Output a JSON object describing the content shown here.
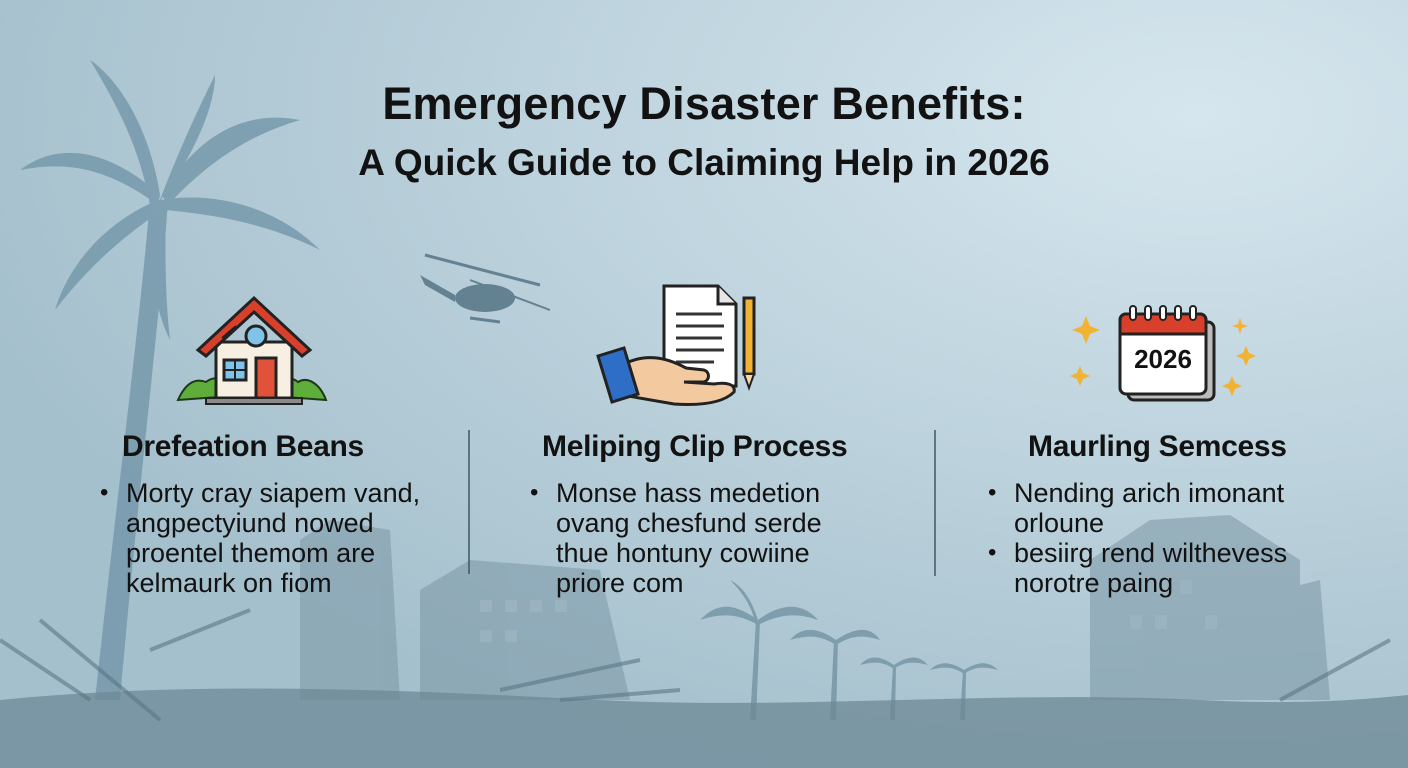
{
  "title": "Emergency Disaster Benefits:",
  "subtitle": "A Quick Guide to Claiming Help in 2026",
  "columns": [
    {
      "icon": "house-icon",
      "heading": "Drefeation Beans",
      "bullets": [
        "Morty cray siapem vand, angpectyiund nowed proentel themom are kelmaurk on fiom"
      ]
    },
    {
      "icon": "document-hand-icon",
      "heading": "Meliping Clip Process",
      "bullets": [
        "Monse hass medetion ovang chesfund serde thue hontuny cowiine priore com"
      ]
    },
    {
      "icon": "calendar-icon",
      "heading": "Maurling Semcess",
      "bullets": [
        "Nending arich imonant orloune",
        "besiirg rend wilthevess norotre paing"
      ]
    }
  ],
  "calendar_year": "2026",
  "colors": {
    "roof": "#d9402b",
    "door": "#e0533a",
    "grass": "#5fae3b",
    "accent": "#f2b233",
    "ink": "#121212"
  }
}
